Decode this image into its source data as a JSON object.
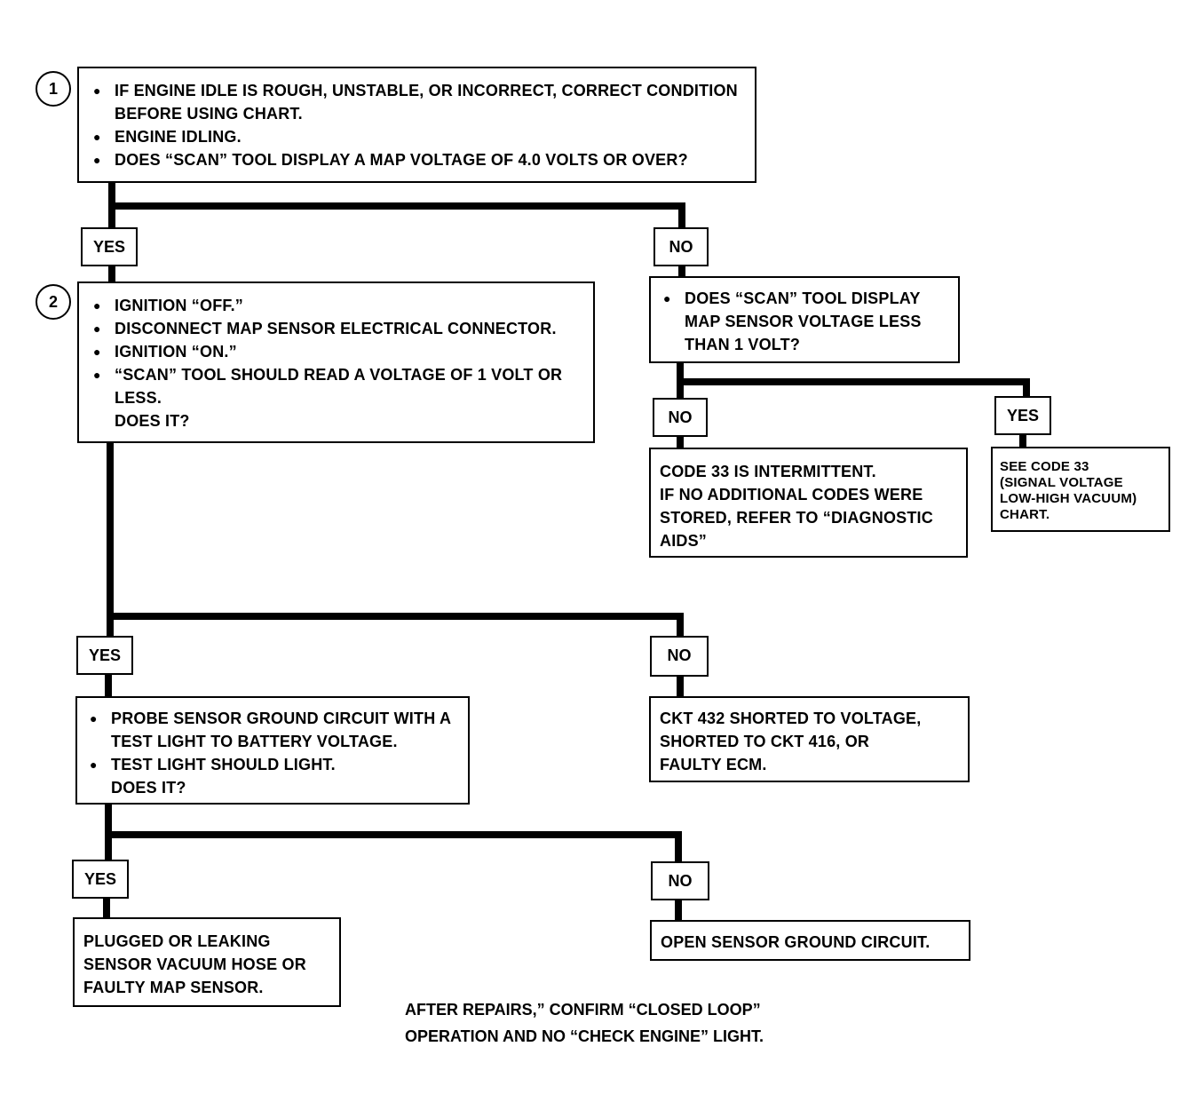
{
  "steps": {
    "one": "1",
    "two": "2"
  },
  "box1": {
    "items": [
      "IF ENGINE IDLE IS ROUGH, UNSTABLE, OR INCORRECT, CORRECT CONDITION BEFORE USING CHART.",
      "ENGINE IDLING.",
      "DOES “SCAN” TOOL DISPLAY A MAP VOLTAGE OF 4.0 VOLTS OR OVER?"
    ]
  },
  "box2": {
    "items": [
      "IGNITION “OFF.”",
      "DISCONNECT MAP SENSOR ELECTRICAL CONNECTOR.",
      "IGNITION “ON.”",
      "“SCAN” TOOL SHOULD READ  A VOLTAGE OF 1 VOLT OR LESS."
    ],
    "question": "DOES IT?"
  },
  "box_no1": {
    "items": [
      "DOES “SCAN” TOOL DISPLAY MAP SENSOR VOLTAGE LESS THAN 1 VOLT?"
    ]
  },
  "box_intermittent": {
    "text": "CODE 33 IS INTERMITTENT.\nIF NO ADDITIONAL CODES WERE STORED, REFER TO “DIAGNOSTIC AIDS”"
  },
  "box_see_code": {
    "text": "SEE CODE 33\n(SIGNAL VOLTAGE\nLOW-HIGH VACUUM)\nCHART."
  },
  "box_probe": {
    "items": [
      "PROBE SENSOR GROUND CIRCUIT WITH A TEST LIGHT TO BATTERY VOLTAGE.",
      "TEST LIGHT SHOULD LIGHT."
    ],
    "question": "DOES IT?"
  },
  "box_ckt": {
    "text": "CKT 432 SHORTED TO VOLTAGE,\nSHORTED TO CKT 416, OR\nFAULTY ECM."
  },
  "box_plugged": {
    "text": "PLUGGED OR LEAKING\nSENSOR  VACUUM HOSE OR\nFAULTY MAP SENSOR."
  },
  "box_open": {
    "text": "OPEN SENSOR GROUND CIRCUIT."
  },
  "labels": {
    "yes": "YES",
    "no": "NO"
  },
  "footer": "AFTER REPAIRS,” CONFIRM “CLOSED LOOP”\nOPERATION AND NO “CHECK ENGINE” LIGHT."
}
